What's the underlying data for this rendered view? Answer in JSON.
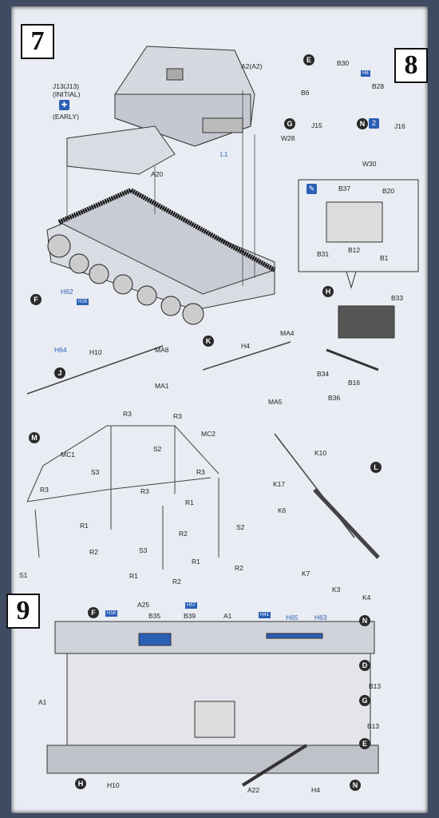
{
  "steps": {
    "s7": "7",
    "s8": "8",
    "s9": "9"
  },
  "step7": {
    "turret_label": "A2(A2)",
    "j13_label": "J13(J13)",
    "j13_initial": "(INITIAL)",
    "j13_early": "(EARLY)",
    "l1": "L1",
    "a20": "A20"
  },
  "step8": {
    "e_letter": "E",
    "b6": "B6",
    "b30": "B30",
    "b28": "B28",
    "h8_tag": "H8",
    "g_letter": "G",
    "n_letter": "N",
    "j15": "J15",
    "w28": "W28",
    "j16": "J16",
    "w30": "W30",
    "inset": {
      "b37": "B37",
      "b20": "B20",
      "b31": "B31",
      "b12": "B12",
      "b1": "B1"
    },
    "h_letter": "H",
    "b33": "B33",
    "b34": "B34",
    "b16": "B16",
    "b36": "B36",
    "f_letter": "F",
    "h62": "H62",
    "h16_tag": "H16",
    "h64": "H64",
    "j_letter": "J",
    "h10": "H10",
    "ma8": "MA8",
    "ma1": "MA1",
    "k_letter": "K",
    "h4": "H4",
    "ma4": "MA4",
    "ma5": "MA5",
    "m_letter": "M",
    "r3": "R3",
    "s2": "S2",
    "mc2": "MC2",
    "mc1": "MC1",
    "s3": "S3",
    "r1": "R1",
    "r2": "R2",
    "s1": "S1",
    "l_letter": "L",
    "k10": "K10",
    "k17": "K17",
    "k6": "K6",
    "k7": "K7",
    "k3": "K3",
    "k4": "K4"
  },
  "step9": {
    "f_letter": "F",
    "a25": "A25",
    "b35": "B35",
    "b39": "B39",
    "a1_top": "A1",
    "h65": "H65",
    "h63": "H63",
    "n_letter": "N",
    "d_letter": "D",
    "b13": "B13",
    "g_letter": "G",
    "e_letter": "E",
    "a1_side": "A1",
    "h_letter": "H",
    "h10": "H10",
    "a22": "A22",
    "h4": "H4",
    "h18_tag": "H18",
    "h57_tag": "H57",
    "tag41": "H41"
  }
}
